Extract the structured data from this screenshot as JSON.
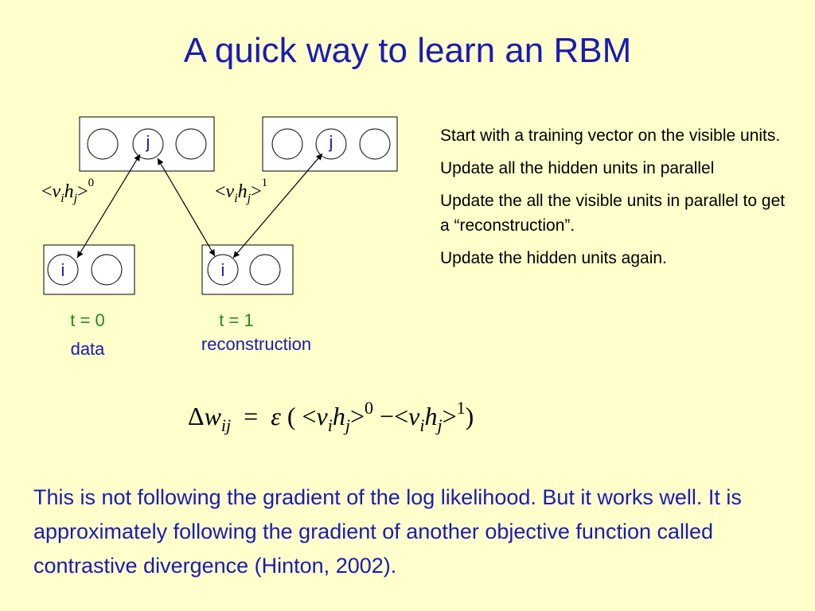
{
  "slide": {
    "title": "A quick way to learn an RBM",
    "diagram": {
      "hidden_unit_label": "j",
      "visible_unit_label": "i",
      "stat_t0": {
        "open": "<",
        "v": "v",
        "i": "i",
        "h": "h",
        "j": "j",
        "close": ">",
        "sup": "0"
      },
      "stat_t1": {
        "open": "<",
        "v": "v",
        "i": "i",
        "h": "h",
        "j": "j",
        "close": ">",
        "sup": "1"
      },
      "time_t0": "t = 0",
      "time_t1": "t = 1",
      "caption_t0": "data",
      "caption_t1": "reconstruction"
    },
    "steps": [
      "Start with a training vector on the visible units.",
      "Update all the hidden units in parallel",
      "Update the all the visible units in parallel to get a “reconstruction”.",
      "Update the hidden units again."
    ],
    "formula": {
      "delta": "Δ",
      "w": "w",
      "w_sub": "ij",
      "equals": "=",
      "epsilon": "ε",
      "lparen": "(",
      "lt1": "<",
      "v1": "v",
      "v1_sub": "i",
      "h1": "h",
      "h1_sub": "j",
      "gt1": ">",
      "sup1": "0",
      "minus": "−",
      "lt2": "<",
      "v2": "v",
      "v2_sub": "i",
      "h2": "h",
      "h2_sub": "j",
      "gt2": ">",
      "sup2": "1",
      "rparen": ")"
    },
    "note": "This is not following the gradient of the log likelihood. But it works well. It is approximately following the gradient of another objective function called contrastive divergence (Hinton, 2002)."
  }
}
